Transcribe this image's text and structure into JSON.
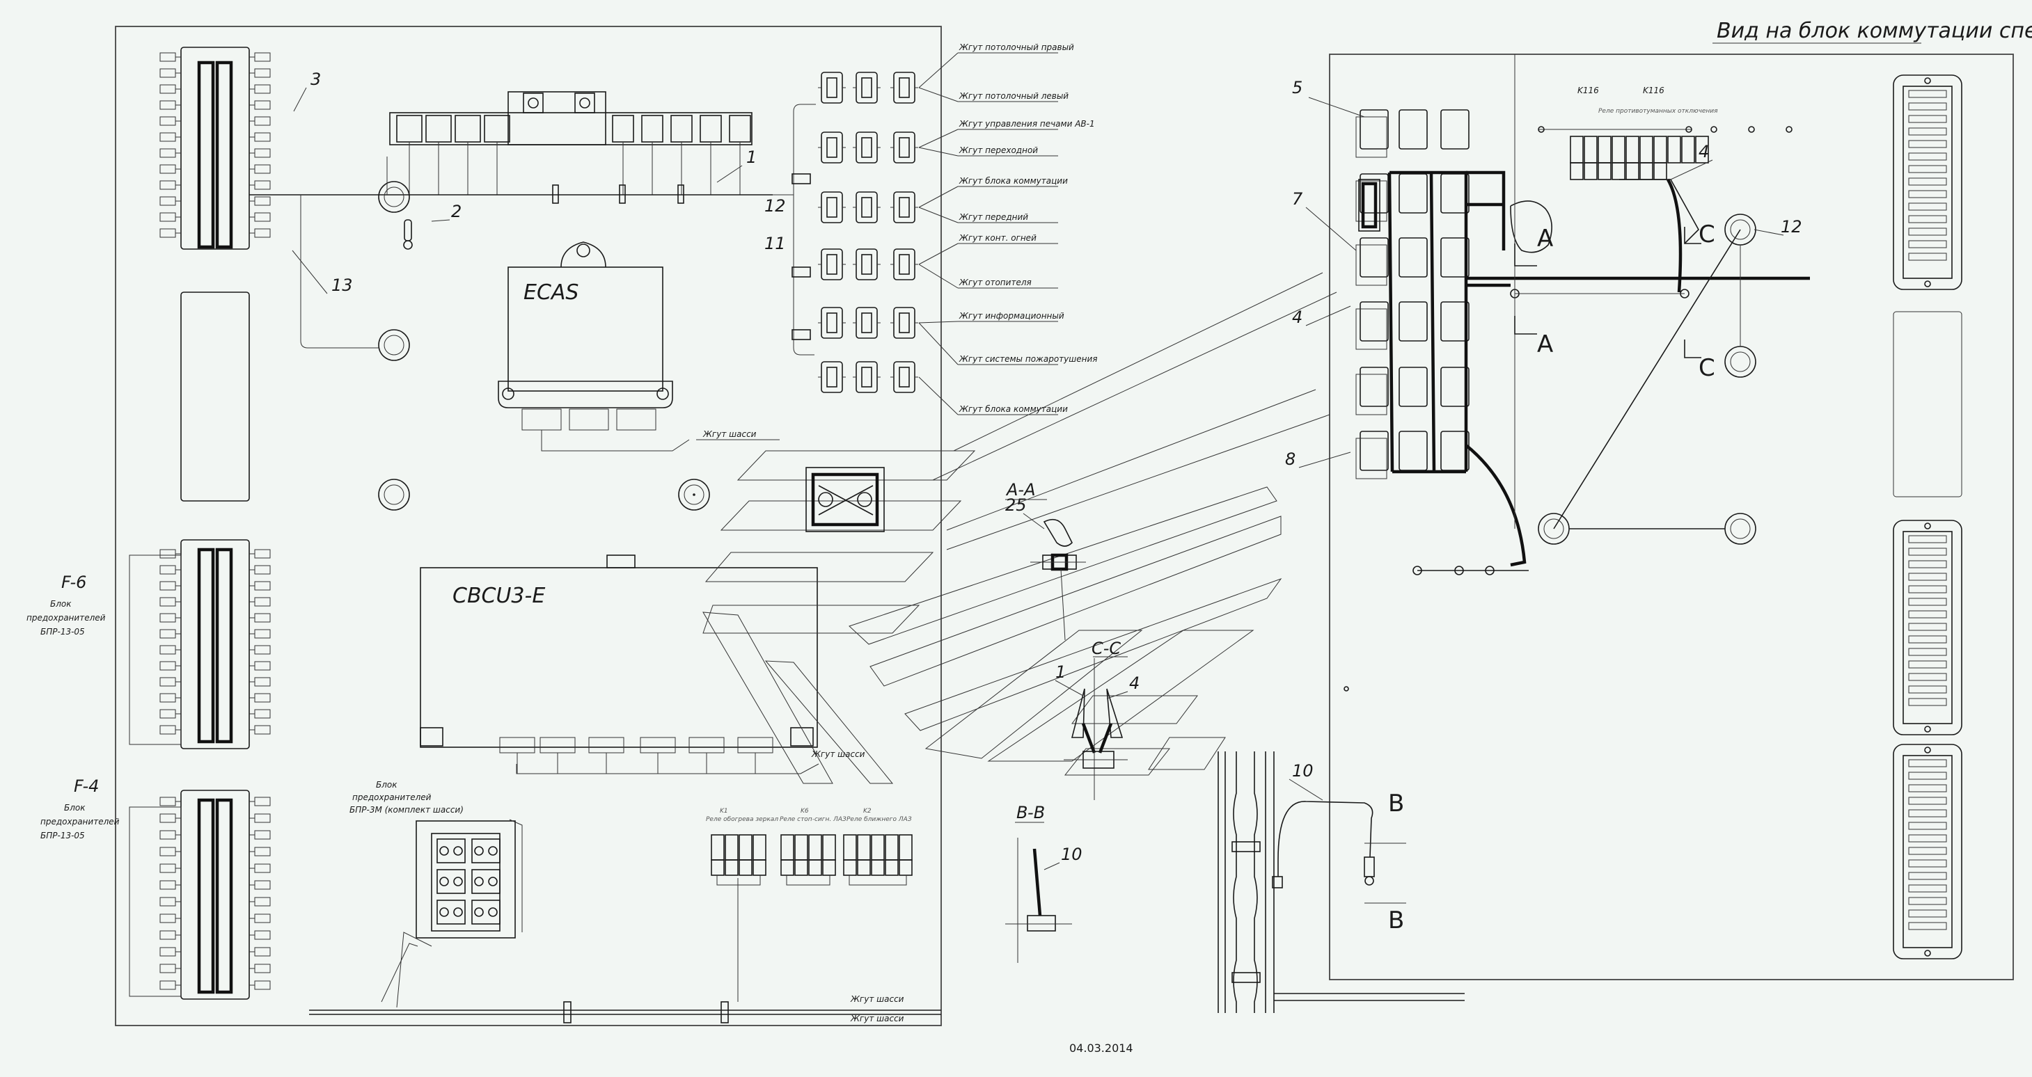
{
  "view_title": "Вид на блок коммутации спереди",
  "date": "04.03.2014",
  "components": {
    "ecas": "ECAS",
    "cbcu": "CBCU3-E",
    "relay_k116_a": "K116",
    "relay_k116_b": "K116",
    "relay_group_note": "Реле противотуманных отключения"
  },
  "fuse_blocks": {
    "f6": {
      "id": "F-6",
      "line1": "Блок",
      "line2": "предохранителей",
      "line3": "БПР-13-05"
    },
    "f4": {
      "id": "F-4",
      "line1": "Блок",
      "line2": "предохранителей",
      "line3": "БПР-13-05"
    },
    "bpr3m": {
      "line1": "Блок",
      "line2": "предохранителей",
      "line3": "БПР-3М (комплект шасси)"
    }
  },
  "harness_labels": [
    "Жгут потолочный правый",
    "Жгут потолочный левый",
    "Жгут управления печами АВ-1",
    "Жгут переходной",
    "Жгут блока коммутации",
    "Жгут передний",
    "Жгут конт. огней",
    "Жгут отопителя",
    "Жгут информационный",
    "Жгут системы пожаротушения",
    "Жгут блока коммутации"
  ],
  "chassis_labels": {
    "top": "Жгут шасси",
    "mid": "Жгут шасси",
    "bottom1": "Жгут шасси",
    "bottom2": "Жгут шасси"
  },
  "small_relay_labels": {
    "r1_code": "K1",
    "r1_text": "Реле обогрева зеркал",
    "r2_code": "K6",
    "r2_text": "Реле стоп-сигн. ЛАЗ",
    "r3_code": "K2",
    "r3_text": "Реле ближнего ЛАЗ"
  },
  "callouts": {
    "c1": "1",
    "c2": "2",
    "c3": "3",
    "c4": "4",
    "c4b": "4",
    "c4c": "4",
    "c5": "5",
    "c7": "7",
    "c8": "8",
    "c10": "10",
    "c10b": "10",
    "c11": "11",
    "c12": "12",
    "c12b": "12",
    "c13": "13",
    "c25": "25",
    "c1b": "1"
  },
  "sections": {
    "aa_title": "А-А",
    "bb_title": "B-B",
    "cc_title": "С-С",
    "a_mark_1": "А",
    "a_mark_2": "А",
    "c_mark_1": "С",
    "c_mark_2": "С",
    "b_mark_1": "B",
    "b_mark_2": "B"
  }
}
